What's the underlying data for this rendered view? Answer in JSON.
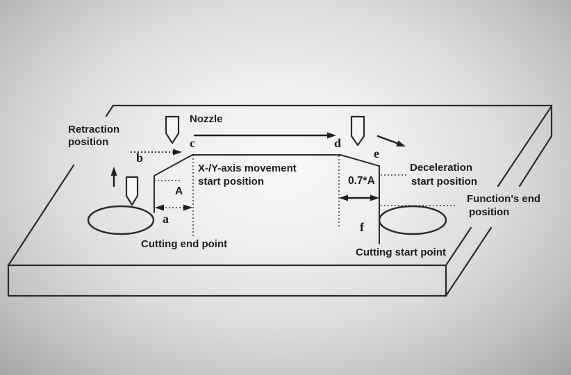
{
  "diagram": {
    "labels": {
      "retraction_line1": "Retraction",
      "retraction_line2": "position",
      "nozzle": "Nozzle",
      "xy_line1": "X-/Y-axis movement",
      "xy_line2": "start position",
      "decel_line1": "Deceleration",
      "decel_line2": "start position",
      "func_line1": "Function's end",
      "func_line2": "position",
      "cutting_end": "Cutting end point",
      "cutting_start": "Cutting start point"
    },
    "point_letters": {
      "a": "a",
      "b": "b",
      "c": "c",
      "d": "d",
      "e": "e",
      "f": "f"
    },
    "dimensions": {
      "A": "A",
      "decel_distance": "0.7*A"
    },
    "colors": {
      "line": "#2b2b2b",
      "text": "#1d1d1d",
      "background_center": "#f8f8f8",
      "background_edge": "#a3a3a3"
    }
  }
}
